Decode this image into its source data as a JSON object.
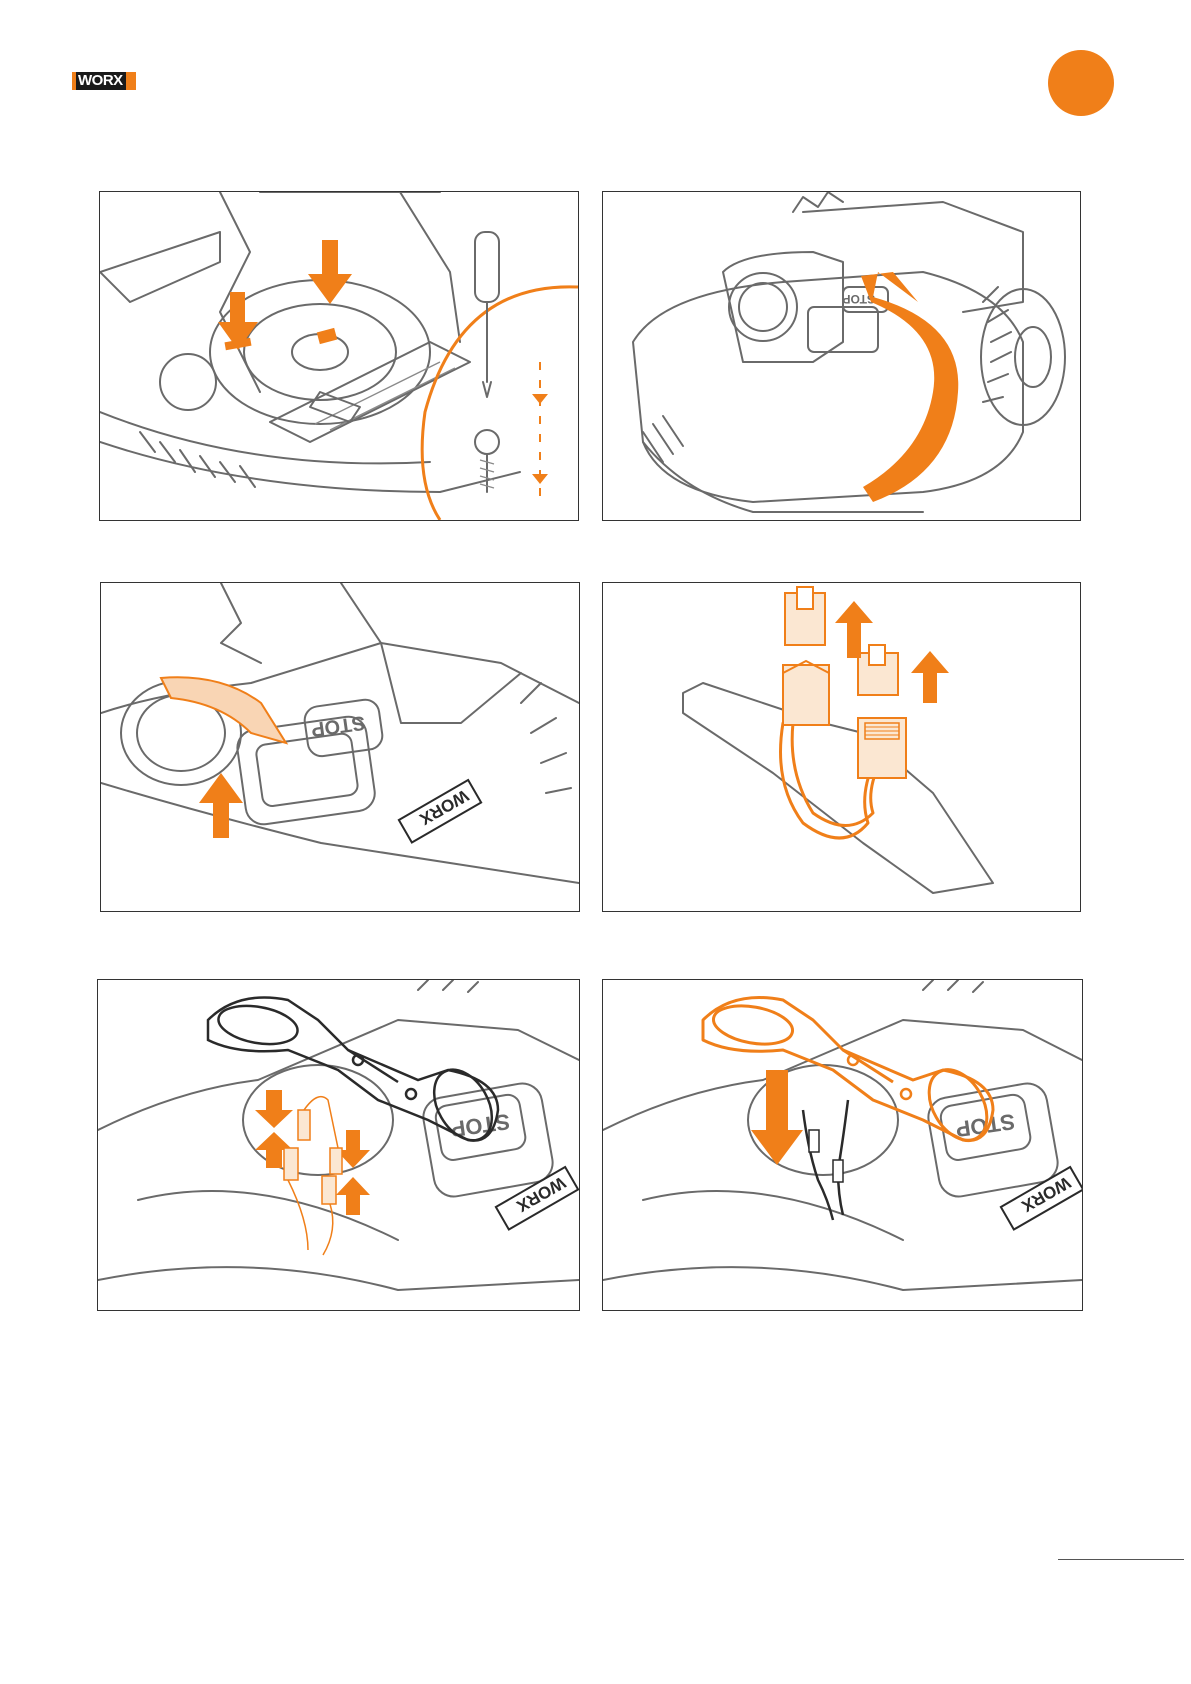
{
  "brand": {
    "logo_text": "WORX"
  },
  "colors": {
    "accent": "#f07f19",
    "line": "#6a6a6a",
    "dark": "#2a2a2a",
    "frame": "#333333"
  },
  "illustration_labels": {
    "stop_label": "STOP",
    "brand_mark": "WORX"
  }
}
